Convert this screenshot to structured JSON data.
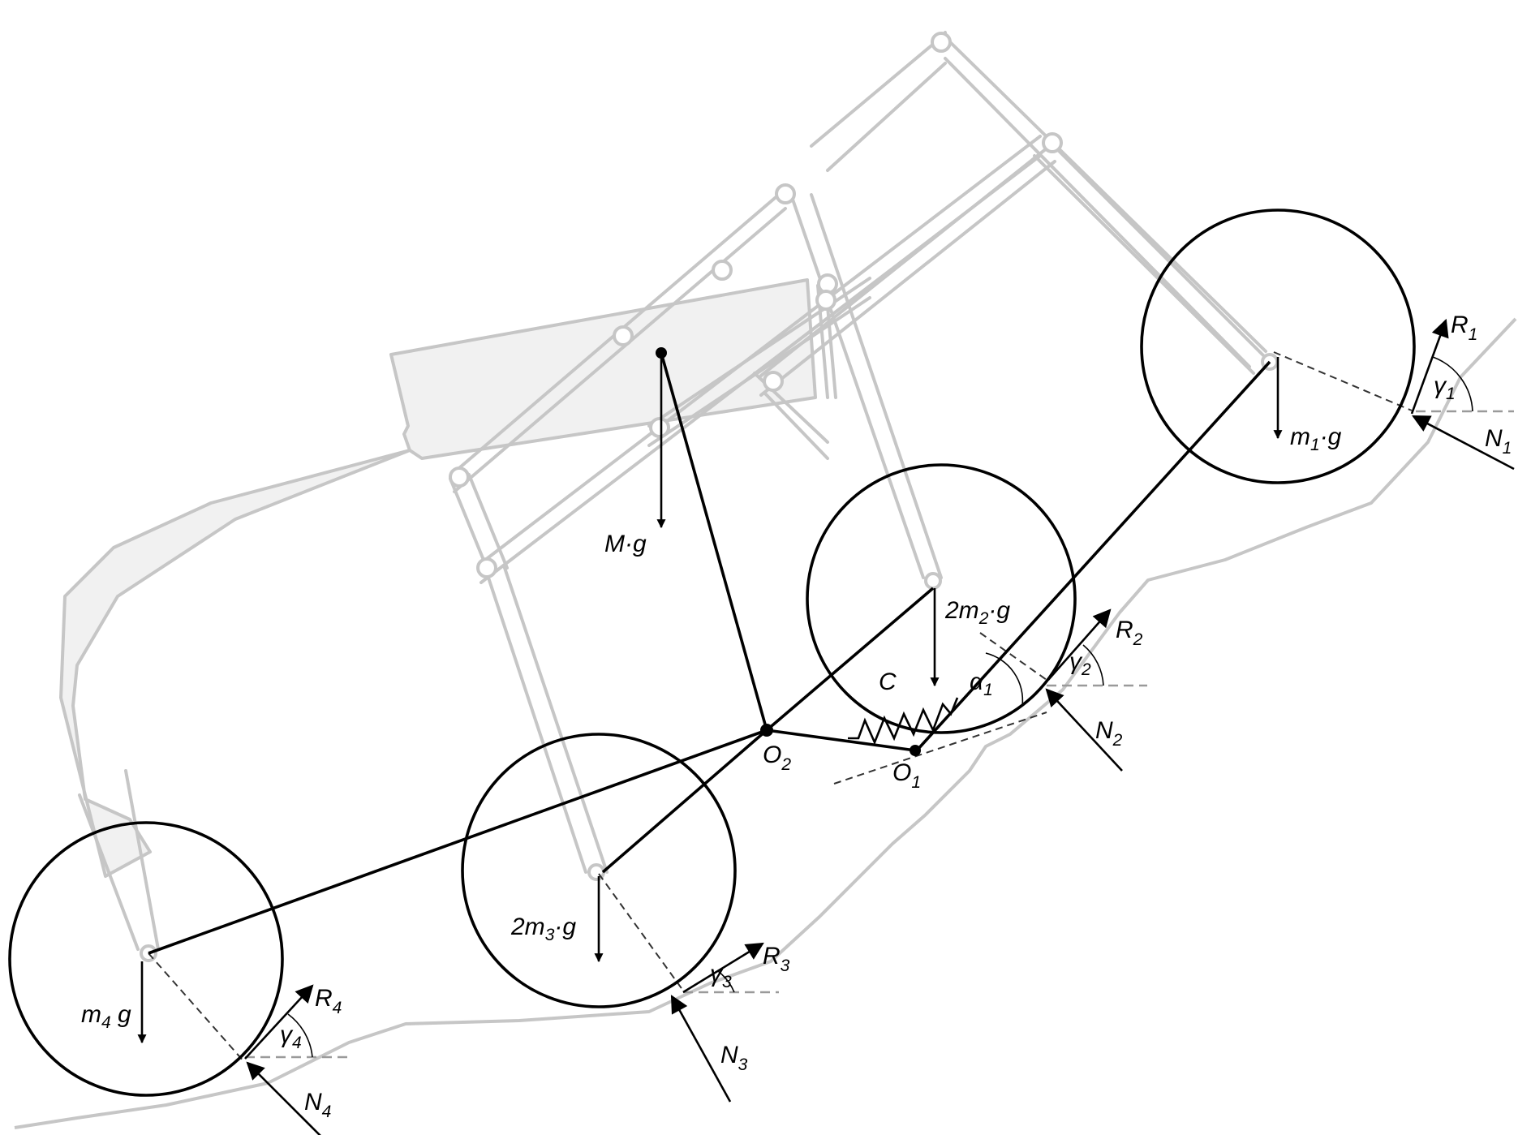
{
  "diagram": {
    "colors": {
      "frame": "#c6c6c6",
      "frame_fill": "#f1f1f1",
      "ground": "#c6c6c6",
      "ink": "#000000",
      "background": "#ffffff"
    },
    "labels": {
      "R1": "R",
      "R1_sub": "1",
      "N1": "N",
      "N1_sub": "1",
      "gamma1": "γ",
      "gamma1_sub": "1",
      "m1g": "m",
      "m1g_sub": "1",
      "m1g_rest": "·g",
      "R2": "R",
      "R2_sub": "2",
      "N2": "N",
      "N2_sub": "2",
      "gamma2": "γ",
      "gamma2_sub": "2",
      "m2g": "2m",
      "m2g_sub": "2",
      "m2g_rest": "·g",
      "alpha1": "α",
      "alpha1_sub": "1",
      "C": "C",
      "O1": "O",
      "O1_sub": "1",
      "O2": "O",
      "O2_sub": "2",
      "Mg": "M·g",
      "m3g": "2m",
      "m3g_sub": "3",
      "m3g_rest": "·g",
      "R3": "R",
      "R3_sub": "3",
      "N3": "N",
      "N3_sub": "3",
      "gamma3": "γ",
      "gamma3_sub": "3",
      "m4g": "m",
      "m4g_sub": "4",
      "m4g_rest": " g",
      "R4": "R",
      "R4_sub": "4",
      "N4": "N",
      "N4_sub": "4",
      "gamma4": "γ",
      "gamma4_sub": "4"
    }
  }
}
